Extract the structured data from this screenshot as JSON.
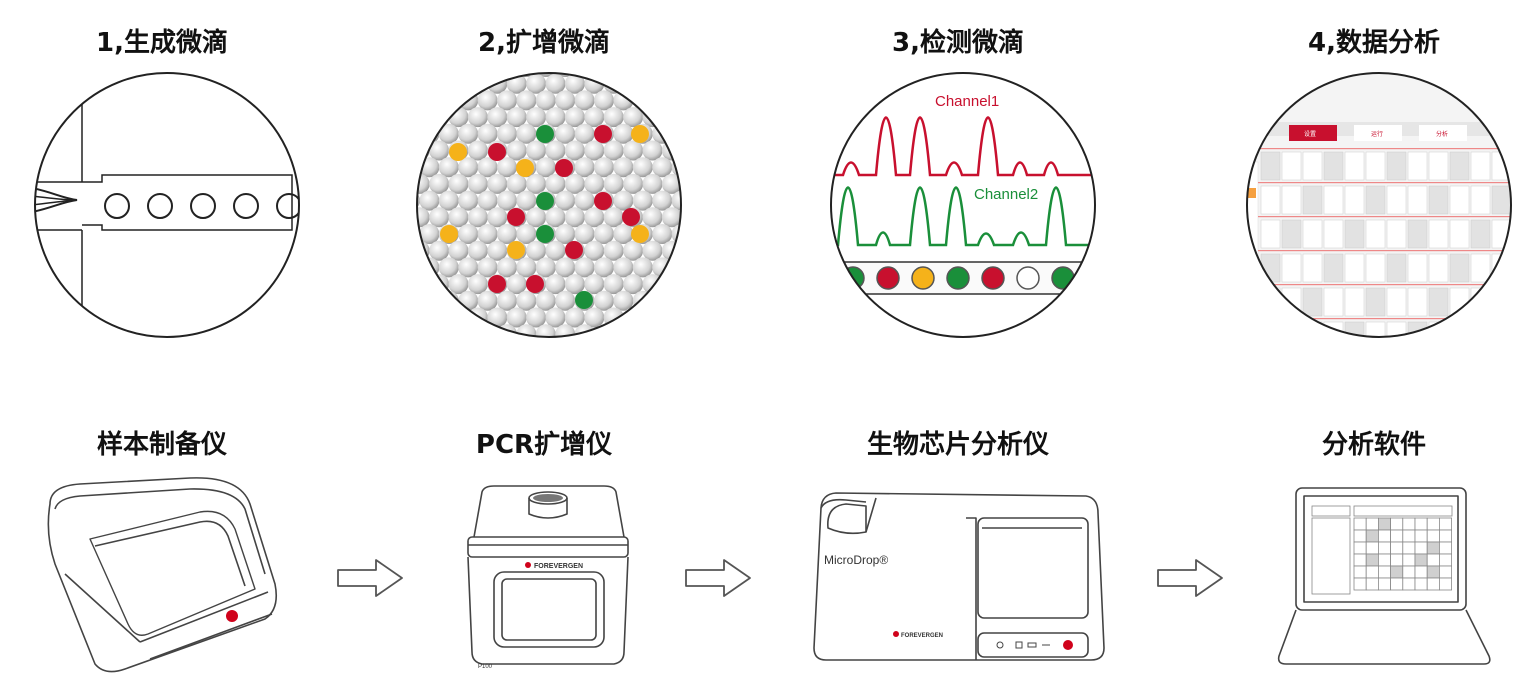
{
  "steps": [
    {
      "title": "1,生成微滴"
    },
    {
      "title": "2,扩增微滴"
    },
    {
      "title": "3,检测微滴"
    },
    {
      "title": "4,数据分析"
    }
  ],
  "instruments": [
    {
      "title": "样本制备仪"
    },
    {
      "title": "PCR扩增仪"
    },
    {
      "title": "生物芯片分析仪"
    },
    {
      "title": "分析软件"
    }
  ],
  "detection": {
    "channel1": "Channel1",
    "channel2": "Channel2"
  },
  "device_labels": {
    "brand": "FOREVERGEN",
    "analyzer_model": "MicroDrop®",
    "pcr_model": "P100"
  },
  "software": {
    "tabs": [
      "设置",
      "运行",
      "分析"
    ]
  },
  "colors": {
    "red": "#c8102e",
    "green": "#1a8f3a",
    "yellow": "#f5b21a",
    "accent": "#d0021b"
  }
}
